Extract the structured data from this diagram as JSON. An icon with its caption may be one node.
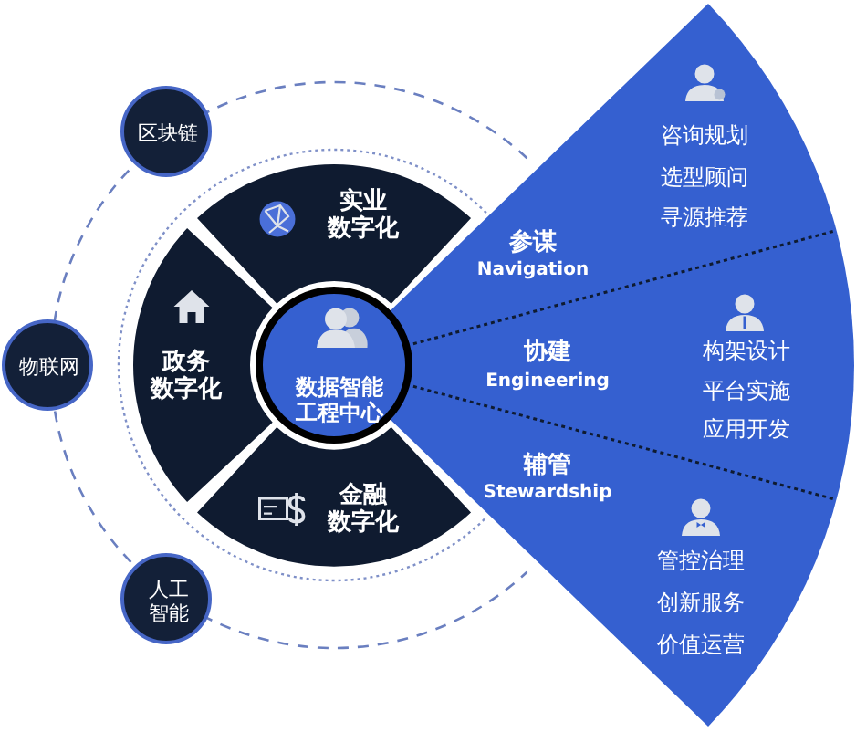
{
  "diagram": {
    "nodes": [
      {
        "text": [
          "数据智能工程中心"
        ]
      },
      {
        "text": [
          "实业数字化"
        ]
      },
      {
        "text": [
          "政务数字化"
        ]
      },
      {
        "text": [
          "金融数字化"
        ]
      },
      {
        "text": [
          "区块链"
        ]
      },
      {
        "text": [
          "物联网"
        ]
      },
      {
        "text": [
          "人工智能"
        ]
      },
      {
        "text": [
          "参谋",
          "Navigation",
          "咨询规划",
          "选型顾问",
          "寻源推荐"
        ]
      },
      {
        "text": [
          "协建",
          "Engineering",
          "构架设计",
          "平台实施",
          "应用开发"
        ]
      },
      {
        "text": [
          "辅管",
          "Stewardship",
          "管控治理",
          "创新服务",
          "价值运营"
        ]
      }
    ]
  }
}
